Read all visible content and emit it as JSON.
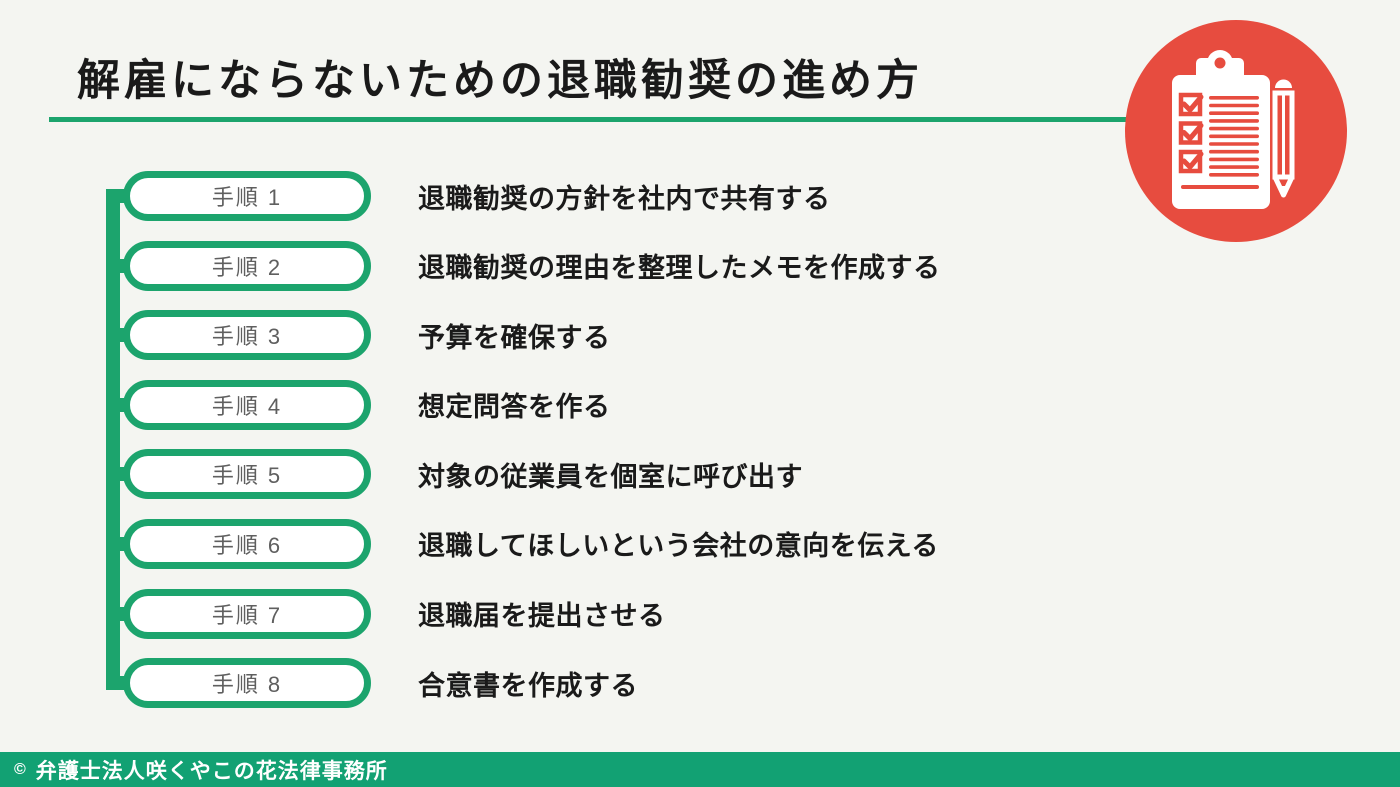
{
  "page": {
    "background_color": "#f4f5f1",
    "accent_green": "#1ca46d",
    "footer_green": "#12a173",
    "icon_red": "#e74c3f",
    "title": "解雇にならないための退職勧奨の進め方"
  },
  "steps": [
    {
      "label": "手順 1",
      "text": "退職勧奨の方針を社内で共有する"
    },
    {
      "label": "手順 2",
      "text": "退職勧奨の理由を整理したメモを作成する"
    },
    {
      "label": "手順 3",
      "text": "予算を確保する"
    },
    {
      "label": "手順 4",
      "text": "想定問答を作る"
    },
    {
      "label": "手順 5",
      "text": "対象の従業員を個室に呼び出す"
    },
    {
      "label": "手順 6",
      "text": "退職してほしいという会社の意向を伝える"
    },
    {
      "label": "手順 7",
      "text": "退職届を提出させる"
    },
    {
      "label": "手順 8",
      "text": "合意書を作成する"
    }
  ],
  "icon": {
    "name": "checklist-clipboard-icon",
    "description": "white clipboard with checked boxes and pencil inside red circle"
  },
  "footer": {
    "copyright_symbol": "©",
    "text": "弁護士法人咲くやこの花法律事務所"
  }
}
